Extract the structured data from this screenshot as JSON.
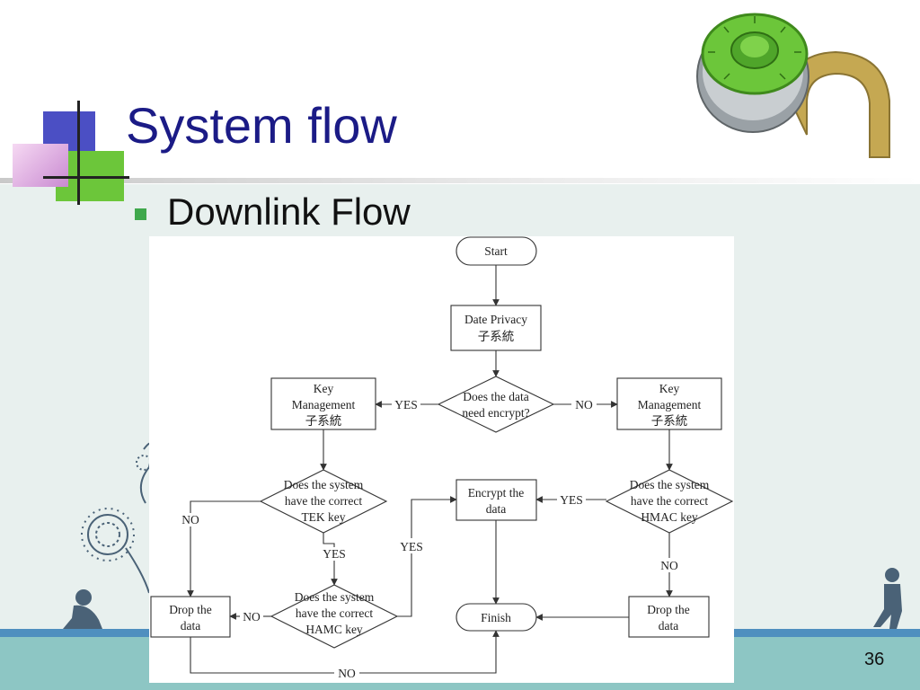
{
  "slide": {
    "title": "System flow",
    "bullet": "Downlink Flow",
    "page_number": "36"
  },
  "flowchart": {
    "start": "Start",
    "privacy_line1": "Date Privacy",
    "privacy_line2": "子系統",
    "decision_encrypt_line1": "Does the data",
    "decision_encrypt_line2": "need encrypt?",
    "keymgmt_left_line1": "Key",
    "keymgmt_left_line2": "Management",
    "keymgmt_left_line3": "子系統",
    "keymgmt_right_line1": "Key",
    "keymgmt_right_line2": "Management",
    "keymgmt_right_line3": "子系統",
    "decision_tek_line1": "Does the system",
    "decision_tek_line2": "have the correct",
    "decision_tek_line3": "TEK key",
    "decision_hamc_line1": "Does the system",
    "decision_hamc_line2": "have the correct",
    "decision_hamc_line3": "HAMC key",
    "decision_hmac_line1": "Does the system",
    "decision_hmac_line2": "have the correct",
    "decision_hmac_line3": "HMAC key",
    "encrypt_line1": "Encrypt the",
    "encrypt_line2": "data",
    "drop_left_line1": "Drop the",
    "drop_left_line2": "data",
    "drop_right_line1": "Drop the",
    "drop_right_line2": "data",
    "finish": "Finish",
    "yes_label": "YES",
    "no_label": "NO"
  },
  "colors": {
    "title": "#1b1b86",
    "bullet": "#3fa84c",
    "lock_dial": "#6cc63a",
    "floor_stripe": "#4f8fbf"
  }
}
